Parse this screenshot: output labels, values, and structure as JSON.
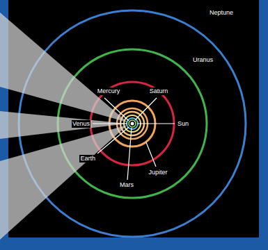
{
  "diagram": {
    "labels": [
      "Neptune",
      "Uranus",
      "Mercury",
      "Saturn",
      "Venus",
      "Sun",
      "Earth",
      "Jupiter",
      "Mars"
    ]
  }
}
